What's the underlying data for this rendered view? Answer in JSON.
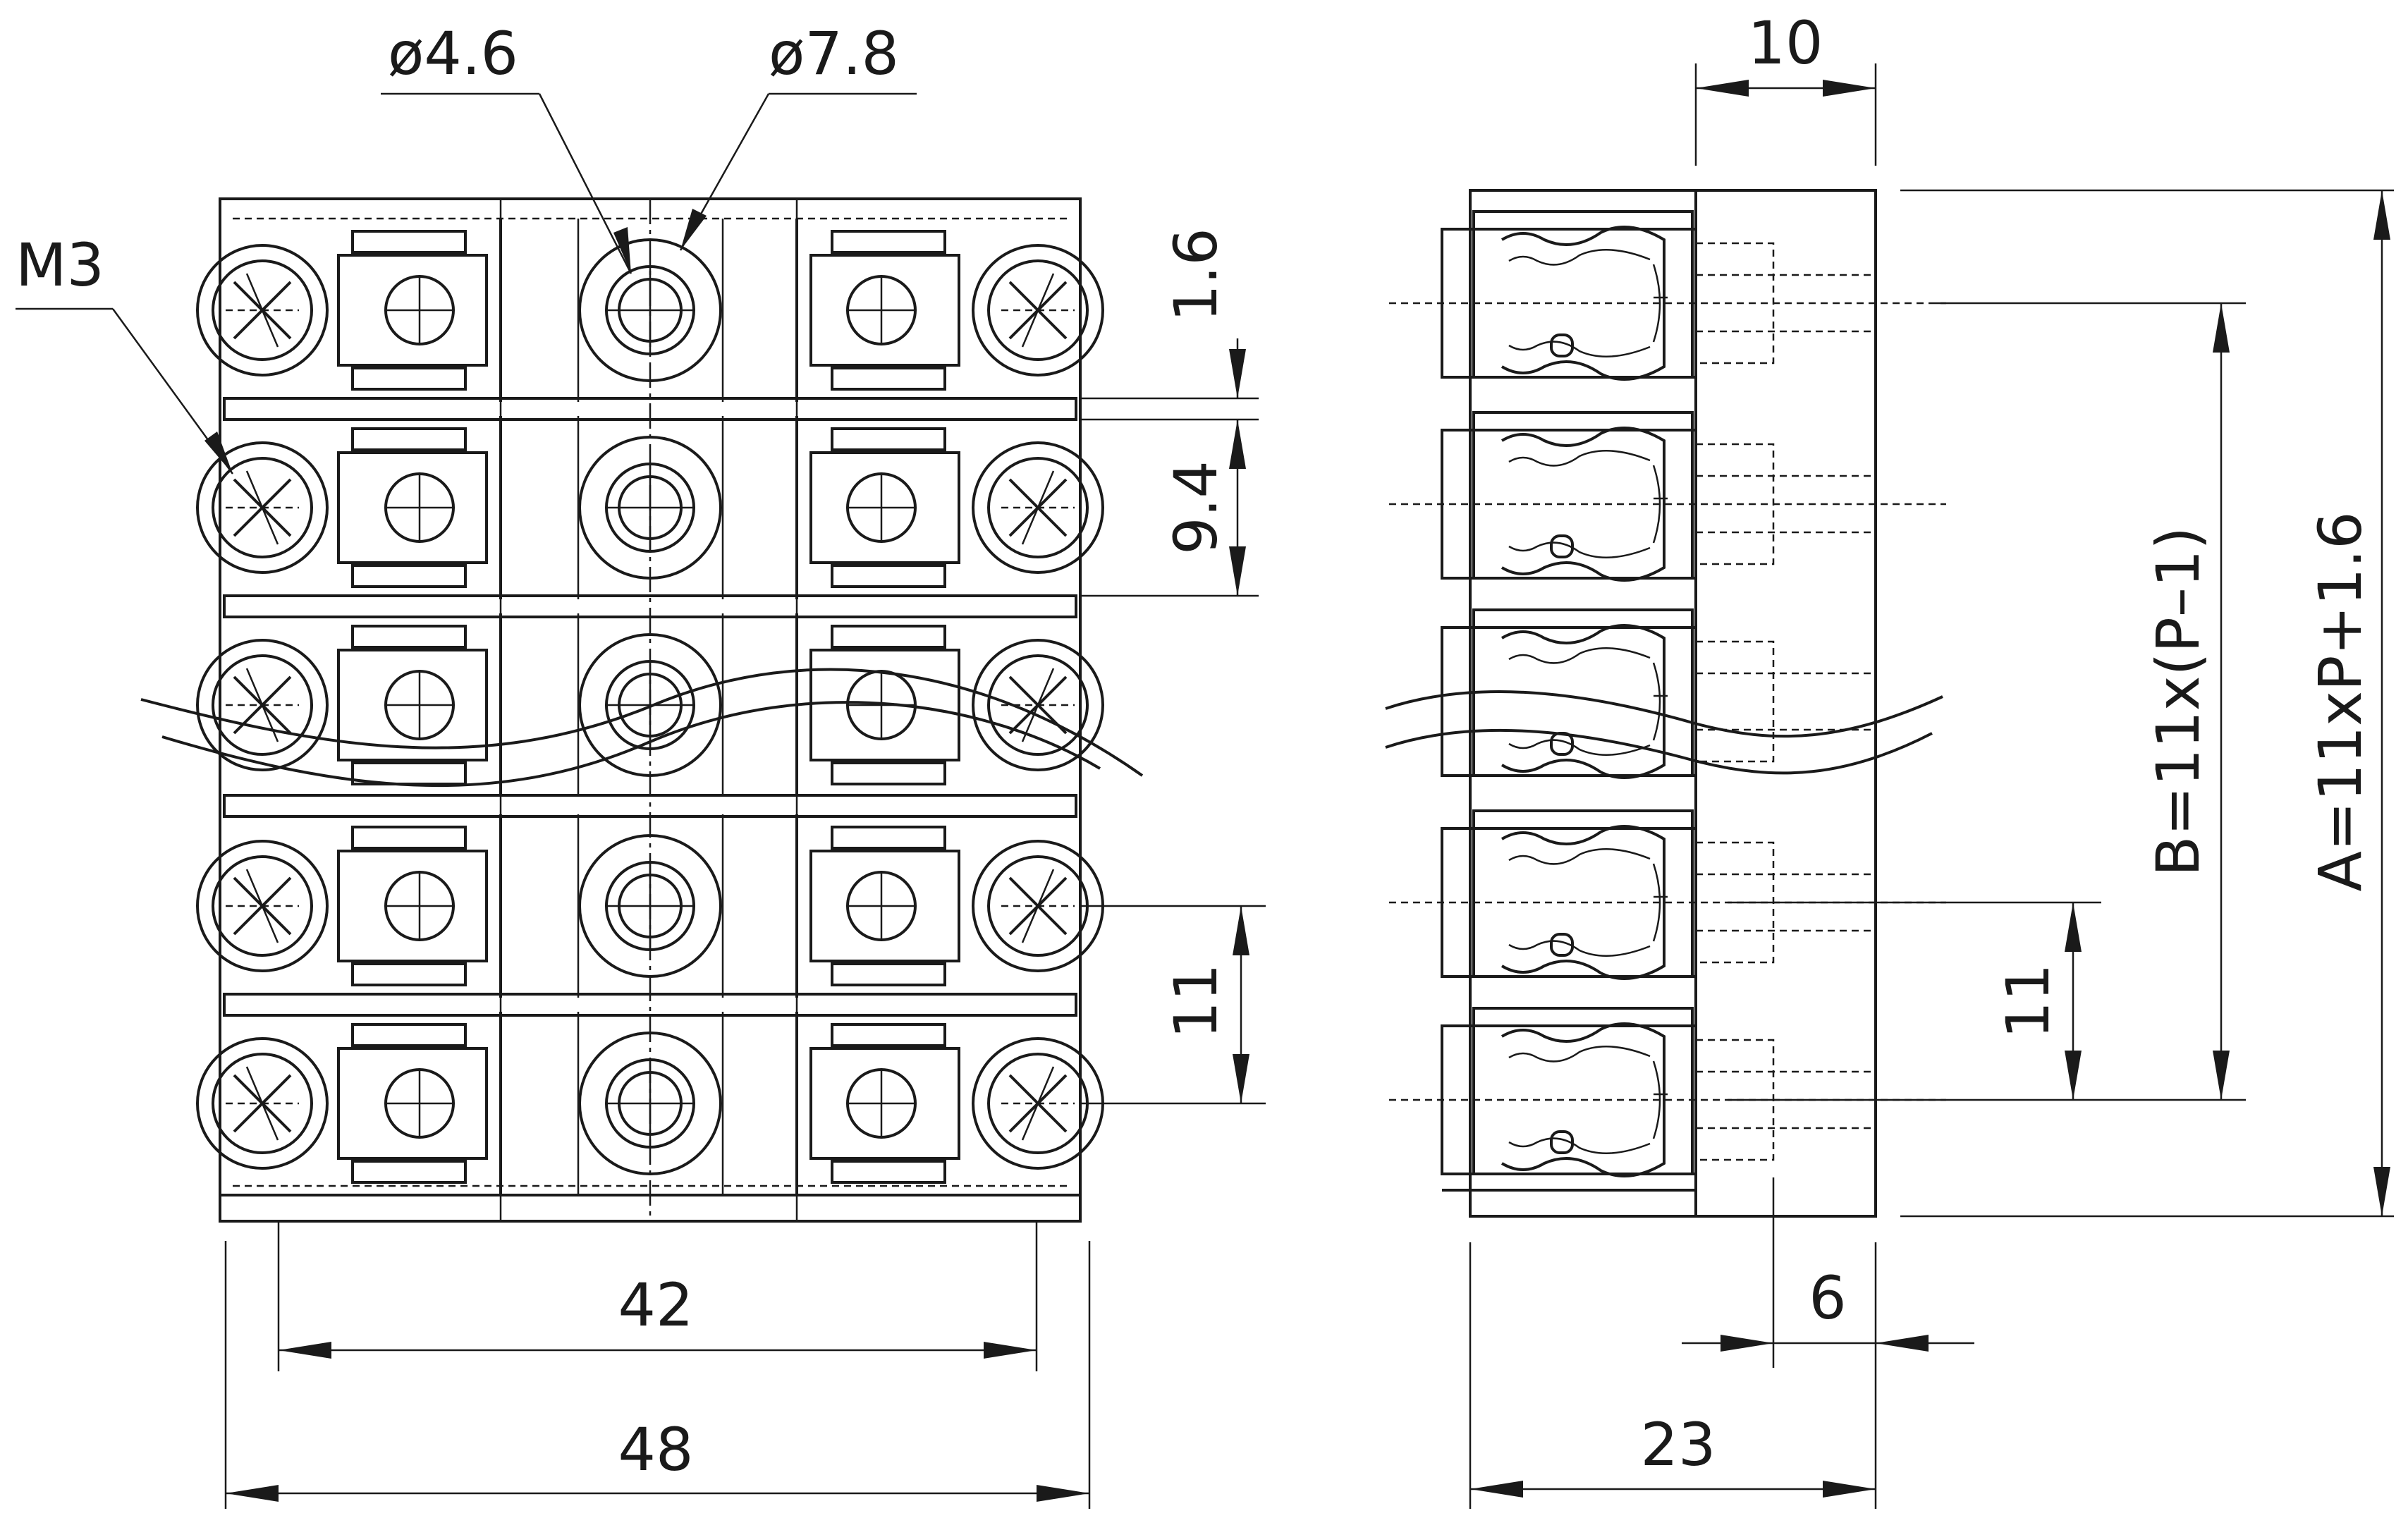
{
  "front_view": {
    "diam_small": "ø4.6",
    "diam_large": "ø7.8",
    "screw": "M3",
    "pitch_center": "42",
    "overall_width": "48",
    "rib": "1.6",
    "module_height": "9.4",
    "pitch": "11"
  },
  "side_view": {
    "head_width": "10",
    "tail_width": "6",
    "overall_depth": "23",
    "pitch": "11",
    "dim_b": "B=11x(P–1)",
    "dim_a": "A=11xP+1.6"
  },
  "positions": 5
}
